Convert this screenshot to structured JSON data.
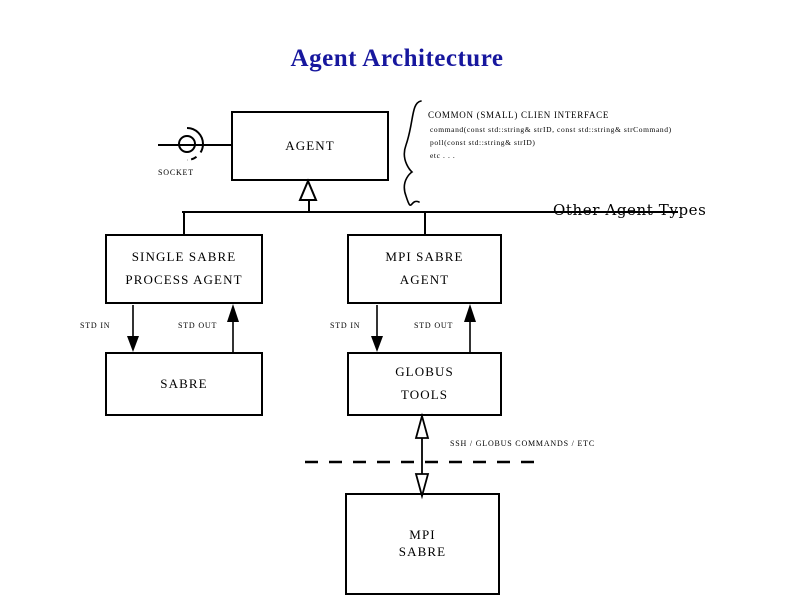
{
  "slide": {
    "title": "Agent Architecture",
    "title_color": "#17179e",
    "background": "#ffffff",
    "line_color": "#000000"
  },
  "socket": {
    "label": "SOCKET",
    "icon": "socket-connector-icon"
  },
  "boxes": {
    "agent": {
      "line1": "AGENT"
    },
    "single_sabre": {
      "line1": "SINGLE SABRE",
      "line2": "PROCESS AGENT"
    },
    "mpi_sabre_agent": {
      "line1": "MPI SABRE",
      "line2": "AGENT"
    },
    "sabre": {
      "line1": "SABRE"
    },
    "globus_tools": {
      "line1": "GLOBUS",
      "line2": "TOOLS"
    },
    "mpi_sabre": {
      "line1": "MPI",
      "line2": "SABRE"
    }
  },
  "interface_note": {
    "heading": "COMMON (SMALL) CLIEN INTERFACE",
    "lines": [
      "command(const std::string& strID, const std::string& strCommand)",
      "poll(const std::string& strID)",
      "etc . . ."
    ]
  },
  "other_agent_types": {
    "label": "Other Agent Types"
  },
  "stream_labels": {
    "left_in": "STD IN",
    "left_out": "STD OUT",
    "right_in": "STD IN",
    "right_out": "STD OUT"
  },
  "remote_link": {
    "label": "SSH / GLOBUS COMMANDS / ETC",
    "boundary": "dashed-machine-boundary"
  }
}
